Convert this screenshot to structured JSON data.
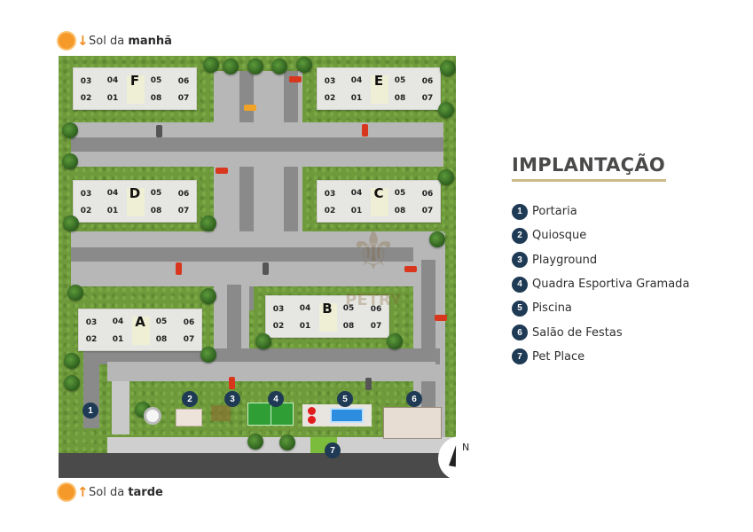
{
  "sun": {
    "morning": {
      "prefix": "Sol da ",
      "bold": "manhã",
      "arrow": "↓",
      "icon": "sun-icon"
    },
    "afternoon": {
      "prefix": "Sol da ",
      "bold": "tarde",
      "arrow": "↑",
      "icon": "sun-icon"
    }
  },
  "legend": {
    "title": "IMPLANTAÇÃO",
    "items": [
      {
        "num": "1",
        "label": "Portaria"
      },
      {
        "num": "2",
        "label": "Quiosque"
      },
      {
        "num": "3",
        "label": "Playground"
      },
      {
        "num": "4",
        "label": "Quadra Esportiva Gramada"
      },
      {
        "num": "5",
        "label": "Piscina"
      },
      {
        "num": "6",
        "label": "Salão de Festas"
      },
      {
        "num": "7",
        "label": "Pet Place"
      }
    ]
  },
  "buildings": {
    "F": {
      "letter": "F",
      "top": [
        "03",
        "04",
        "05",
        "06"
      ],
      "bottom": [
        "02",
        "01",
        "08",
        "07"
      ]
    },
    "E": {
      "letter": "E",
      "top": [
        "03",
        "04",
        "05",
        "06"
      ],
      "bottom": [
        "02",
        "01",
        "08",
        "07"
      ]
    },
    "D": {
      "letter": "D",
      "top": [
        "03",
        "04",
        "05",
        "06"
      ],
      "bottom": [
        "02",
        "01",
        "08",
        "07"
      ]
    },
    "C": {
      "letter": "C",
      "top": [
        "03",
        "04",
        "05",
        "06"
      ],
      "bottom": [
        "02",
        "01",
        "08",
        "07"
      ]
    },
    "B": {
      "letter": "B",
      "top": [
        "03",
        "04",
        "05",
        "06"
      ],
      "bottom": [
        "02",
        "01",
        "08",
        "07"
      ]
    },
    "A": {
      "letter": "A",
      "top": [
        "03",
        "04",
        "05",
        "06"
      ],
      "bottom": [
        "02",
        "01",
        "08",
        "07"
      ]
    }
  },
  "map_markers": [
    "1",
    "2",
    "3",
    "4",
    "5",
    "6",
    "7"
  ],
  "watermark": "PETRY",
  "compass": {
    "label": "N"
  },
  "colors": {
    "badge": "#1e3a55",
    "accent_underline": "#cdb98a",
    "sun": "#f59a2a",
    "grass": "#6f9a3c"
  }
}
